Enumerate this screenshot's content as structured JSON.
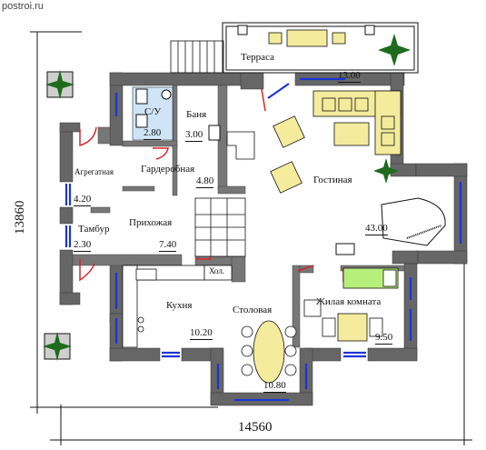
{
  "watermark": "postroi.ru",
  "dimensions": {
    "width": "14560",
    "height": "13860"
  },
  "rooms": {
    "terrace": {
      "name": "Терраса",
      "area": "13.00"
    },
    "bathroom": {
      "name": "С/У",
      "area": "2.80"
    },
    "sauna": {
      "name": "Баня",
      "area": "3.00"
    },
    "wardrobe": {
      "name": "Гардеробная",
      "area": "4.80"
    },
    "utility": {
      "name": "Агрегатная",
      "area": "4.20"
    },
    "vestibule": {
      "name": "Тамбур",
      "area": "2.30"
    },
    "hall": {
      "name": "Прихожая",
      "area": "7.40"
    },
    "living": {
      "name": "Гостиная",
      "area": "43.00"
    },
    "pantry": {
      "name": "Хол."
    },
    "kitchen": {
      "name": "Кухня",
      "area": "10.20"
    },
    "dining": {
      "name": "Столовая",
      "area": "10.80"
    },
    "bedroom": {
      "name": "Жилая комната",
      "area": "9.50"
    }
  },
  "colors": {
    "wall": "#666666",
    "window": "#1a35d6",
    "door": "#d8262b",
    "sofa": "#f4eb9c",
    "bed": "#b7ef7c",
    "plant": "#1e6b1e"
  }
}
